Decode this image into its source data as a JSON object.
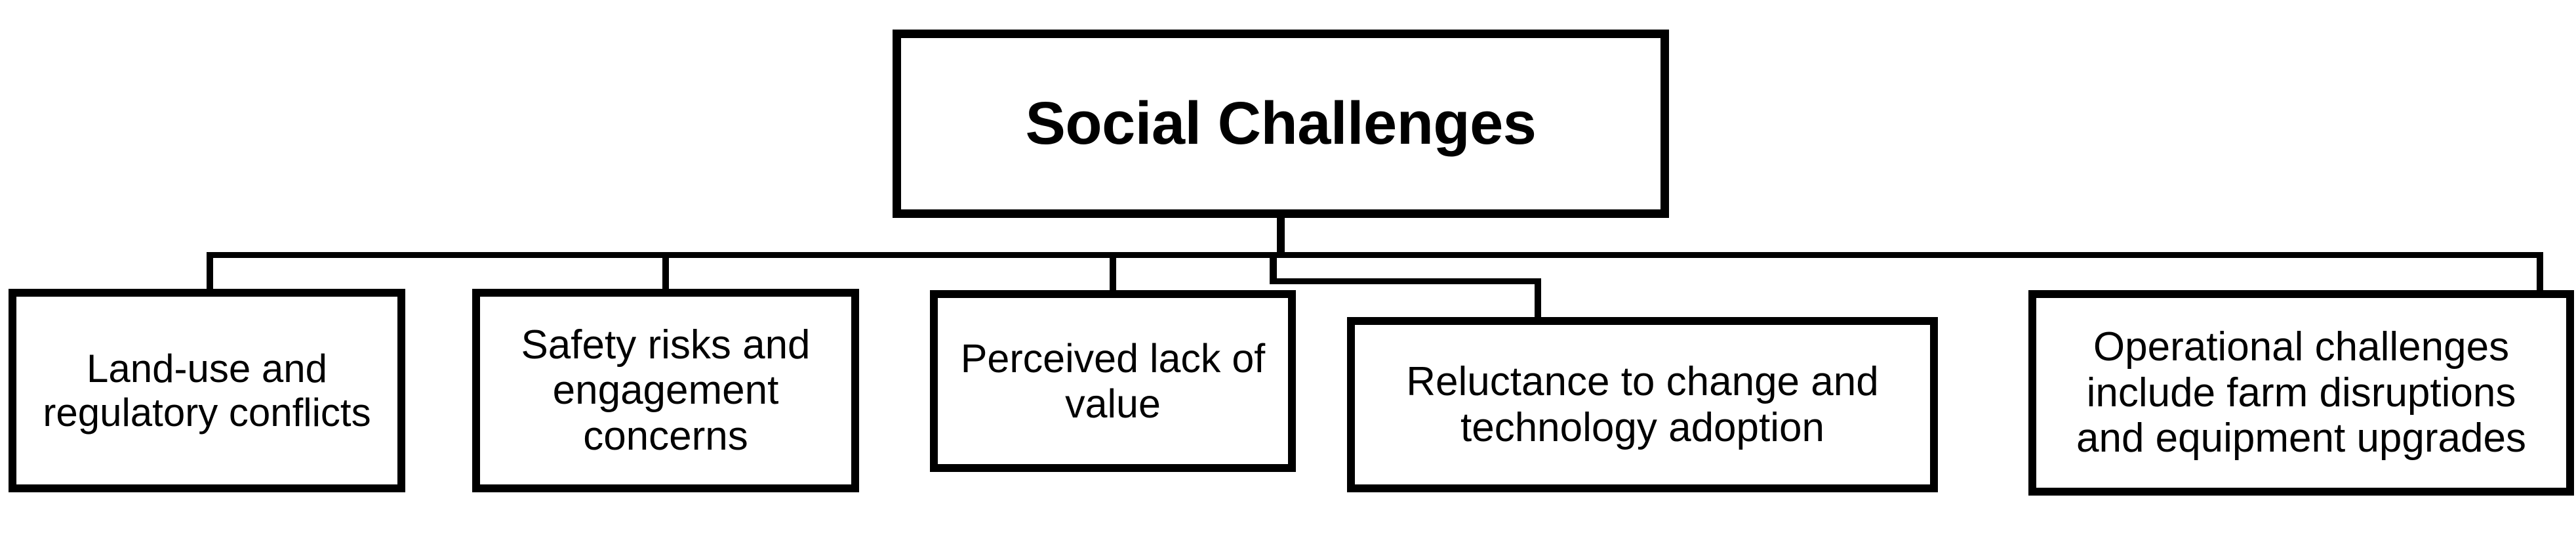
{
  "diagram": {
    "type": "tree-hierarchy",
    "orientation": "top-down",
    "title": "Social Challenges",
    "background_color": "#ffffff",
    "line_color": "#000000",
    "text_color": "#000000",
    "root": {
      "id": "root",
      "label": "Social Challenges",
      "bold": true
    },
    "children": [
      {
        "id": "c0",
        "label": "Land-use and\nregulatory conflicts"
      },
      {
        "id": "c1",
        "label": "Safety risks and\nengagement\nconcerns"
      },
      {
        "id": "c2",
        "label": "Perceived lack of\nvalue"
      },
      {
        "id": "c3",
        "label": "Reluctance to change and\ntechnology adoption"
      },
      {
        "id": "c4",
        "label": "Operational challenges\ninclude farm disruptions\nand equipment upgrades"
      }
    ],
    "edges": [
      {
        "from": "root",
        "to": "c0"
      },
      {
        "from": "root",
        "to": "c1"
      },
      {
        "from": "root",
        "to": "c2"
      },
      {
        "from": "root",
        "to": "c3"
      },
      {
        "from": "root",
        "to": "c4"
      }
    ]
  }
}
